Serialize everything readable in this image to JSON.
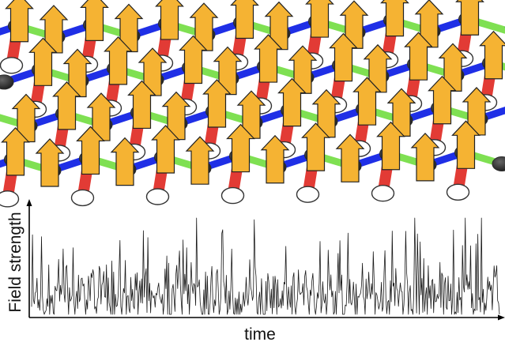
{
  "figure": {
    "lattice": {
      "colors": {
        "bond_a": "#1f2fe6",
        "bond_b": "#7fe052",
        "vertical_bond": "#e23b35",
        "site": "#2b2b2b",
        "lower_site": "#ffffff",
        "spin_arrow": "#f5b333",
        "arrow_outline": "#222222"
      },
      "spin_direction": "up",
      "rows": 4
    },
    "signal_plot": {
      "ylabel": "Field strength",
      "xlabel": "time",
      "line_color": "#1a1a1a",
      "axis_color": "#000000",
      "samples": 520,
      "seed": 7
    }
  }
}
